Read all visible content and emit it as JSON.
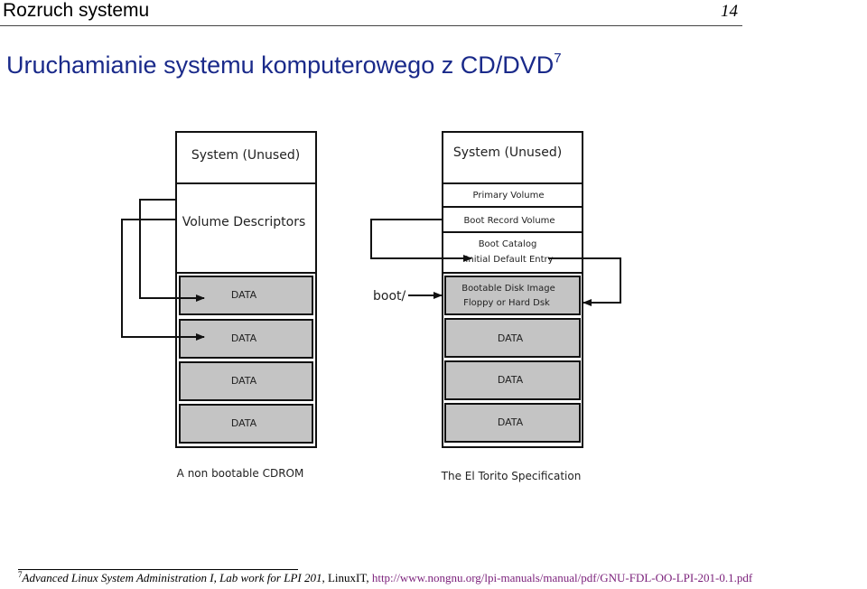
{
  "header": {
    "section_title": "Rozruch systemu",
    "page_number": "14"
  },
  "slide": {
    "title": "Uruchamianie systemu komputerowego z CD/DVD",
    "footnote_mark": "7"
  },
  "diagram": {
    "left": {
      "system": "System (Unused)",
      "descriptors": "Volume Descriptors",
      "data_blocks": [
        "DATA",
        "DATA",
        "DATA",
        "DATA"
      ],
      "caption": "A non bootable CDROM"
    },
    "right": {
      "system": "System (Unused)",
      "primary": "Primary Volume",
      "boot_record": "Boot Record Volume",
      "catalog_line1": "Boot Catalog",
      "catalog_line2": "Initial Default Entry",
      "bootable_line1": "Bootable Disk Image",
      "bootable_line2": "Floppy or Hard Dsk",
      "data_blocks": [
        "DATA",
        "DATA",
        "DATA"
      ],
      "caption": "The El Torito Specification",
      "boot_label": "boot/"
    },
    "colors": {
      "data_fill": "#c4c4c4",
      "line": "#111111"
    }
  },
  "footnote": {
    "mark": "7",
    "citation": "Advanced Linux System Administration I, Lab work for LPI 201",
    "publisher": ", LinuxIT, ",
    "url": "http://www.nongnu.org/lpi-manuals/manual/pdf/GNU-FDL-OO-LPI-201-0.1.pdf"
  }
}
